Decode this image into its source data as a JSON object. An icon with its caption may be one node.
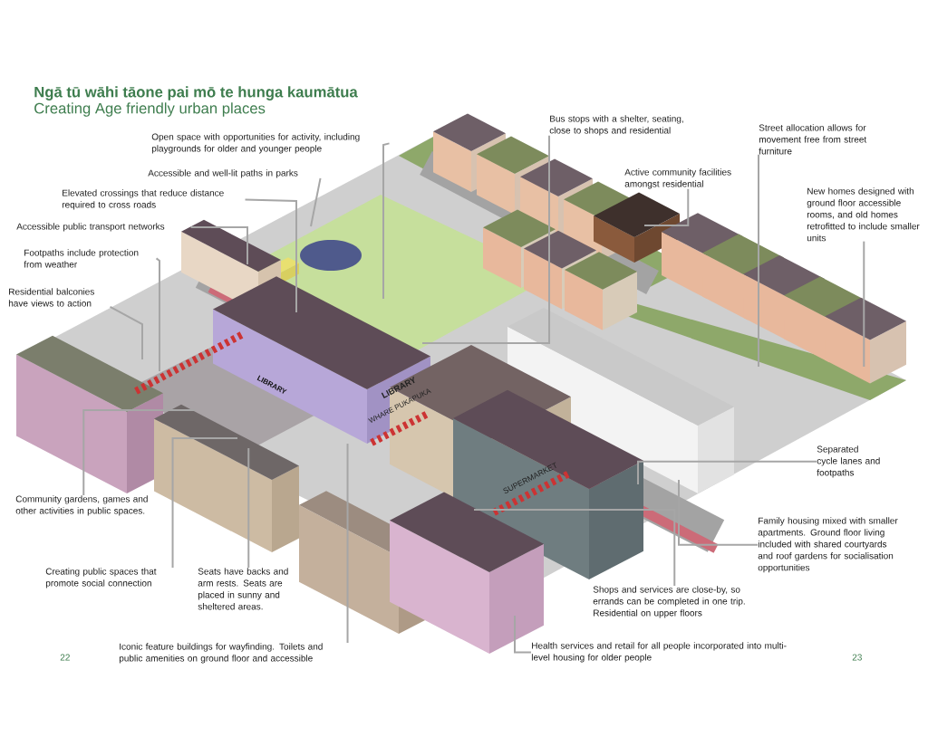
{
  "diagram": {
    "title": "Ngā tū wāhi tāone pai mō te hunga kaumātua",
    "nodes": [
      {
        "text": [
          "Open space with opportunities for activity, including playgrounds for older and younger people"
        ]
      },
      {
        "text": [
          "Accessible and well-lit paths in parks"
        ]
      },
      {
        "text": [
          "Elevated crossings that reduce distance required to cross roads"
        ]
      },
      {
        "text": [
          "Accessible public transport networks"
        ]
      },
      {
        "text": [
          "Footpaths include protection from weather"
        ]
      },
      {
        "text": [
          "Residential balconies have views to action"
        ]
      },
      {
        "text": [
          "Bus stops with a shelter, seating, close to shops and residential"
        ]
      },
      {
        "text": [
          "Active community facilities amongst residential"
        ]
      },
      {
        "text": [
          "Street allocation allows for movement free from street furniture"
        ]
      },
      {
        "text": [
          "New homes designed with ground floor accessible rooms, and old homes retrofitted to include smaller units"
        ]
      },
      {
        "text": [
          "Separated cycle lanes and footpaths"
        ]
      },
      {
        "text": [
          "Family housing mixed with smaller apartments. Ground floor living included with shared courtyards and roof gardens for socialisation opportunities"
        ]
      },
      {
        "text": [
          "Shops and services are close-by, so errands can be completed in one trip. Residential on upper floors"
        ]
      },
      {
        "text": [
          "Health services and retail for all people incorporated into multi-level housing for older people"
        ]
      },
      {
        "text": [
          "Community gardens, games and other activities in public spaces."
        ]
      },
      {
        "text": [
          "Creating public spaces that promote social connection"
        ]
      },
      {
        "text": [
          "Seats have backs and arm rests. Seats are placed in sunny and sheltered areas."
        ]
      },
      {
        "text": [
          "Iconic feature buildings for wayfinding. Toilets and public amenities on ground floor and accessible"
        ]
      }
    ],
    "edges": [
      {
        "from": 0,
        "to": null,
        "arrow": "none"
      },
      {
        "from": 1,
        "to": null,
        "arrow": "none"
      },
      {
        "from": 2,
        "to": null,
        "arrow": "none"
      },
      {
        "from": 3,
        "to": null,
        "arrow": "none"
      },
      {
        "from": 4,
        "to": null,
        "arrow": "none"
      },
      {
        "from": 5,
        "to": null,
        "arrow": "none"
      },
      {
        "from": 6,
        "to": null,
        "arrow": "none"
      },
      {
        "from": 7,
        "to": null,
        "arrow": "none"
      },
      {
        "from": 8,
        "to": null,
        "arrow": "none"
      },
      {
        "from": 9,
        "to": null,
        "arrow": "none"
      },
      {
        "from": 10,
        "to": null,
        "arrow": "none"
      },
      {
        "from": 11,
        "to": null,
        "arrow": "none"
      },
      {
        "from": 12,
        "to": null,
        "arrow": "none"
      },
      {
        "from": 13,
        "to": null,
        "arrow": "none"
      },
      {
        "from": 14,
        "to": null,
        "arrow": "none"
      },
      {
        "from": 15,
        "to": null,
        "arrow": "none"
      },
      {
        "from": 16,
        "to": null,
        "arrow": "none"
      },
      {
        "from": 17,
        "to": null,
        "arrow": "none"
      }
    ],
    "labels": [
      "Creating Age friendly urban places",
      "LIBRARY",
      "WHARE PUKAPUKA",
      "LIBRARY",
      "SUPERMARKET",
      "22",
      "23"
    ]
  }
}
